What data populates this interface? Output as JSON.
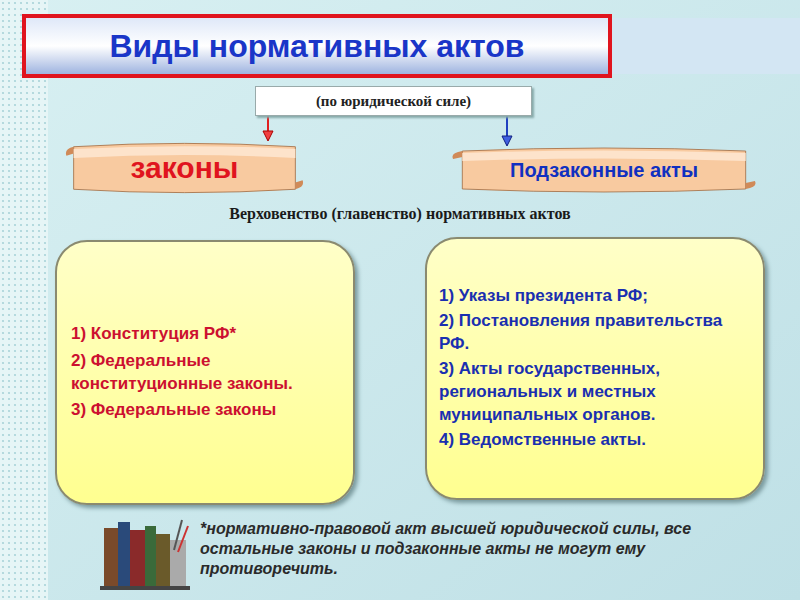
{
  "diagram": {
    "title": "Виды нормативных актов",
    "nodes": [
      {
        "text": [
          "(по юридической силе)"
        ]
      },
      {
        "text": [
          "законы"
        ]
      },
      {
        "text": [
          "Подзаконные акты"
        ]
      },
      {
        "text": [
          "1) Конституция РФ*",
          "2) Федеральные конституционные законы.",
          "3) Федеральные законы"
        ]
      },
      {
        "text": [
          "1) Указы президента РФ;",
          "2) Постановления правительства РФ.",
          "3) Акты государственных, региональных и местных муниципальных органов.",
          "4) Ведомственные акты."
        ]
      }
    ],
    "edges": [
      {
        "from": 0,
        "to": 1,
        "arrow": "to"
      },
      {
        "from": 0,
        "to": 2,
        "arrow": "to"
      }
    ],
    "labels": [
      "Верховенство (главенство) нормативных актов",
      "*нормативно-правовой акт высшей юридической силы, все остальные законы и подзаконные акты не могут ему противоречить."
    ]
  }
}
